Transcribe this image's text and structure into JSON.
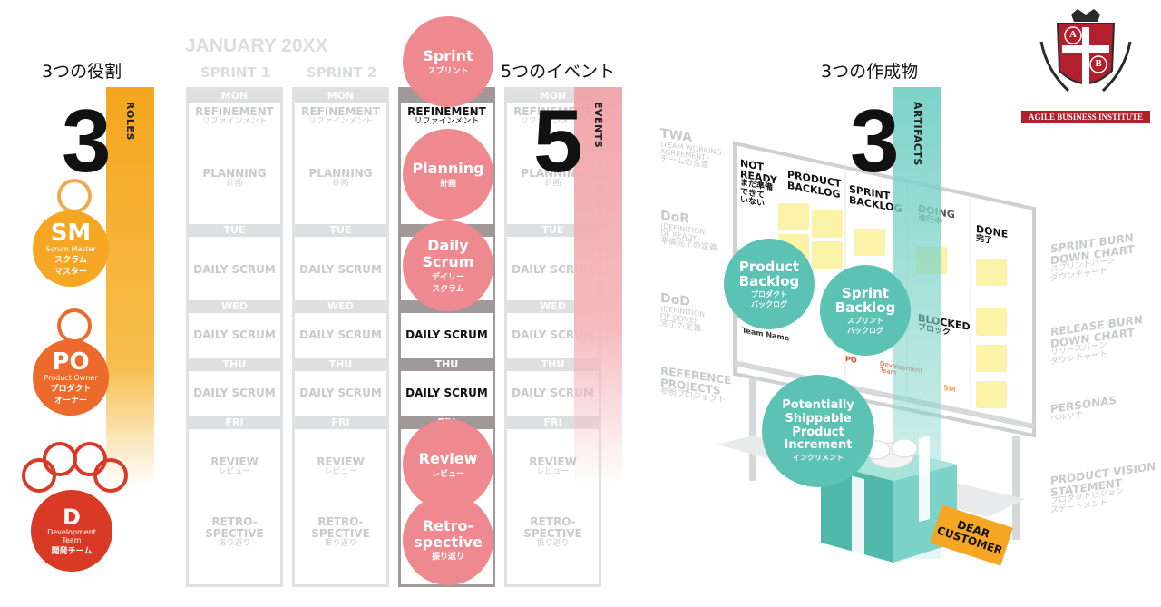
{
  "roles": {
    "title": "3つの役割",
    "number": "3",
    "bar_label": "ROLES",
    "items": [
      {
        "abbr": "SM",
        "en": "Scrum Master",
        "jp1": "スクラム",
        "jp2": "マスター"
      },
      {
        "abbr": "PO",
        "en1": "Product Owner",
        "jp1": "プロダクト",
        "jp2": "オーナー"
      },
      {
        "abbr": "D",
        "en1": "Development",
        "en2": "Team",
        "jp1": "開発チーム"
      }
    ]
  },
  "calendar": {
    "month": "JANUARY 20XX",
    "sprint1": "SPRINT 1",
    "sprint2": "SPRINT 2",
    "days": [
      "MON",
      "TUE",
      "WED",
      "THU",
      "FRI"
    ],
    "refinement": "REFINEMENT",
    "refinement_jp": "リファインメント",
    "planning": "PLANNING",
    "planning_jp": "計画",
    "daily_scrum": "DAILY SCRUM",
    "review": "REVIEW",
    "review_jp": "レビュー",
    "retro1": "RETRO-",
    "retro2": "SPECTIVE",
    "retro_jp": "振り返り"
  },
  "events": {
    "title": "5つのイベント",
    "number": "5",
    "bar_label": "EVENTS",
    "items": [
      {
        "en": "Sprint",
        "jp": "スプリント"
      },
      {
        "en": "Planning",
        "jp": "計画"
      },
      {
        "en1": "Daily",
        "en2": "Scrum",
        "jp1": "デイリー",
        "jp2": "スクラム"
      },
      {
        "en": "Review",
        "jp": "レビュー"
      },
      {
        "en1": "Retro-",
        "en2": "spective",
        "jp": "振り返り"
      }
    ]
  },
  "artifacts": {
    "title": "3つの作成物",
    "number": "3",
    "bar_label": "ARTIFACTS",
    "board": {
      "not_ready_1": "NOT",
      "not_ready_2": "READY",
      "not_ready_jp1": "まだ準備",
      "not_ready_jp2": "できて",
      "not_ready_jp3": "いない",
      "product_backlog_1": "PRODUCT",
      "product_backlog_2": "BACKLOG",
      "sprint_backlog_1": "SPRINT",
      "sprint_backlog_2": "BACKLOG",
      "doing": "DOING",
      "doing_jp": "進行中",
      "done": "DONE",
      "done_jp": "完了",
      "blocked": "BLOCKED",
      "blocked_jp": "ブロック",
      "team_name": "Team Name",
      "po": "PO",
      "dev_team_1": "Development",
      "dev_team_2": "Team",
      "sm": "SM"
    },
    "items": [
      {
        "en1": "Product",
        "en2": "Backlog",
        "jp1": "プロダクト",
        "jp2": "バックログ"
      },
      {
        "en1": "Sprint",
        "en2": "Backlog",
        "jp1": "スプリント",
        "jp2": "バックログ"
      },
      {
        "en1": "Potentially",
        "en2": "Shippable",
        "en3": "Product",
        "en4": "Increment",
        "jp": "インクリメント"
      }
    ],
    "left_labels": [
      {
        "en": "TWA",
        "sub1": "(TEAM WORKING",
        "sub2": "AGREEMENT)",
        "jp": "チームの合意"
      },
      {
        "en": "DoR",
        "sub1": "(DEFINITION",
        "sub2": "OF READY)",
        "jp": "準備完了の定義"
      },
      {
        "en": "DoD",
        "sub1": "(DEFINITION",
        "sub2": "OF DONE)",
        "jp": "完了の定義"
      },
      {
        "en1": "REFERENCE",
        "en2": "PROJECTS",
        "jp": "参照プロジェクト"
      }
    ],
    "right_labels": [
      {
        "en1": "SPRINT BURN",
        "en2": "DOWN CHART",
        "jp1": "スプリントバーン",
        "jp2": "ダウンチャート"
      },
      {
        "en1": "RELEASE BURN",
        "en2": "DOWN CHART",
        "jp1": "リリースバーン",
        "jp2": "ダウンチャート"
      },
      {
        "en1": "PERSONAS",
        "jp1": "ペルソナ"
      },
      {
        "en1": "PRODUCT VISION",
        "en2": "STATEMENT",
        "jp1": "プロダクトビジョン",
        "jp2": "ステートメント"
      }
    ],
    "gift_tag_1": "DEAR",
    "gift_tag_2": "CUSTOMER"
  },
  "logo": {
    "letter_a": "A",
    "letter_b": "B",
    "name": "AGILE BUSINESS INSTITUTE"
  },
  "colors": {
    "roles_bar": "#f4a61d",
    "events_bar": "#f0a3a8",
    "artifacts_bar": "#7dd3c8",
    "pink": "#ee8a8f",
    "teal": "#5cc2b3",
    "sm": "#f5a623",
    "po": "#ec6a2b",
    "dev": "#d93a25"
  }
}
